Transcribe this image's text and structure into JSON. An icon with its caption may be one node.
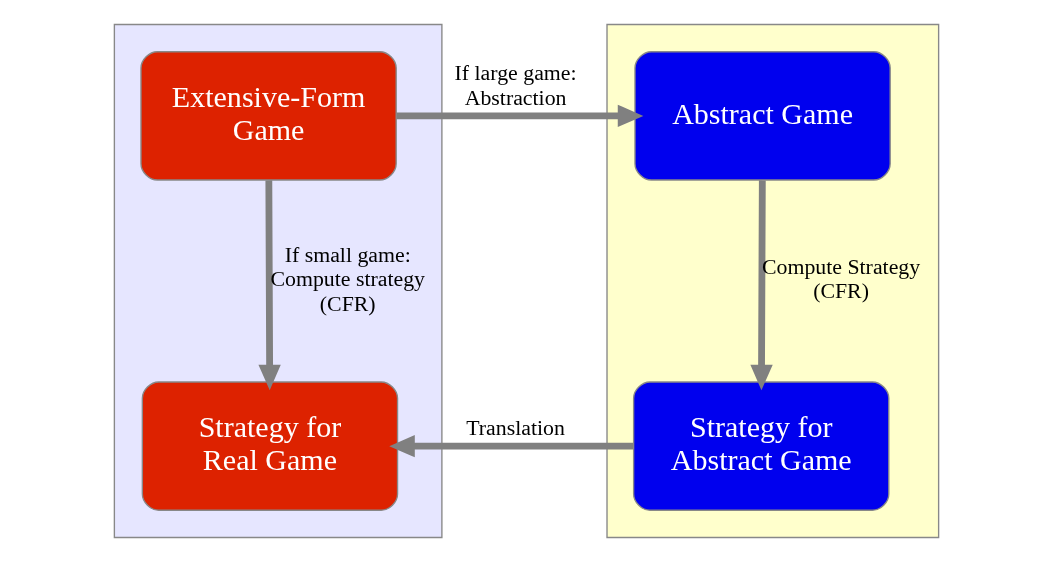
{
  "diagram": {
    "nodes": [
      {
        "text": [],
        "shape": "box"
      },
      {
        "text": [
          "Extensive-Form Game"
        ],
        "in": 0
      },
      {
        "text": [
          "Strategy for Real Game"
        ],
        "in": 0
      },
      {
        "text": [],
        "shape": "box"
      },
      {
        "text": [
          "Abstract Game"
        ],
        "in": 3
      },
      {
        "text": [
          "Strategy for Abstract Game"
        ],
        "in": 3
      }
    ],
    "edges": [
      {
        "from": 1,
        "to": 4,
        "arrow": "to",
        "label": "If large game: Abstraction"
      },
      {
        "from": 1,
        "to": 2,
        "arrow": "to",
        "label": "If small game: Compute strategy (CFR)"
      },
      {
        "from": 4,
        "to": 5,
        "arrow": "to",
        "label": "Compute Strategy (CFR)"
      },
      {
        "from": 5,
        "to": 2,
        "arrow": "to",
        "label": "Translation"
      }
    ]
  }
}
